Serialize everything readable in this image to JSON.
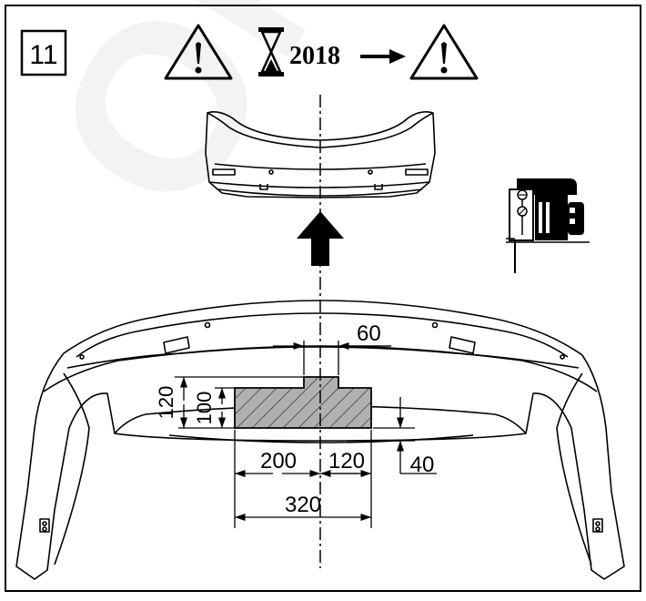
{
  "step": {
    "number": "11"
  },
  "header": {
    "year_label": "2018",
    "warning_icon": "warning-triangle-icon",
    "time_icon": "hourglass-icon",
    "arrow_icon": "arrow-right-icon"
  },
  "tool": {
    "icon": "jigsaw-icon"
  },
  "dimensions": {
    "top_width": "60",
    "outer_height": "120",
    "inner_height": "100",
    "left_width": "200",
    "right_width": "120",
    "total_width": "320",
    "bottom_offset": "40"
  },
  "watermark": {
    "text": "Oris"
  },
  "colors": {
    "line": "#000000",
    "watermark": "#f2f2f2",
    "hatch_fill": "#b3b3b3"
  }
}
